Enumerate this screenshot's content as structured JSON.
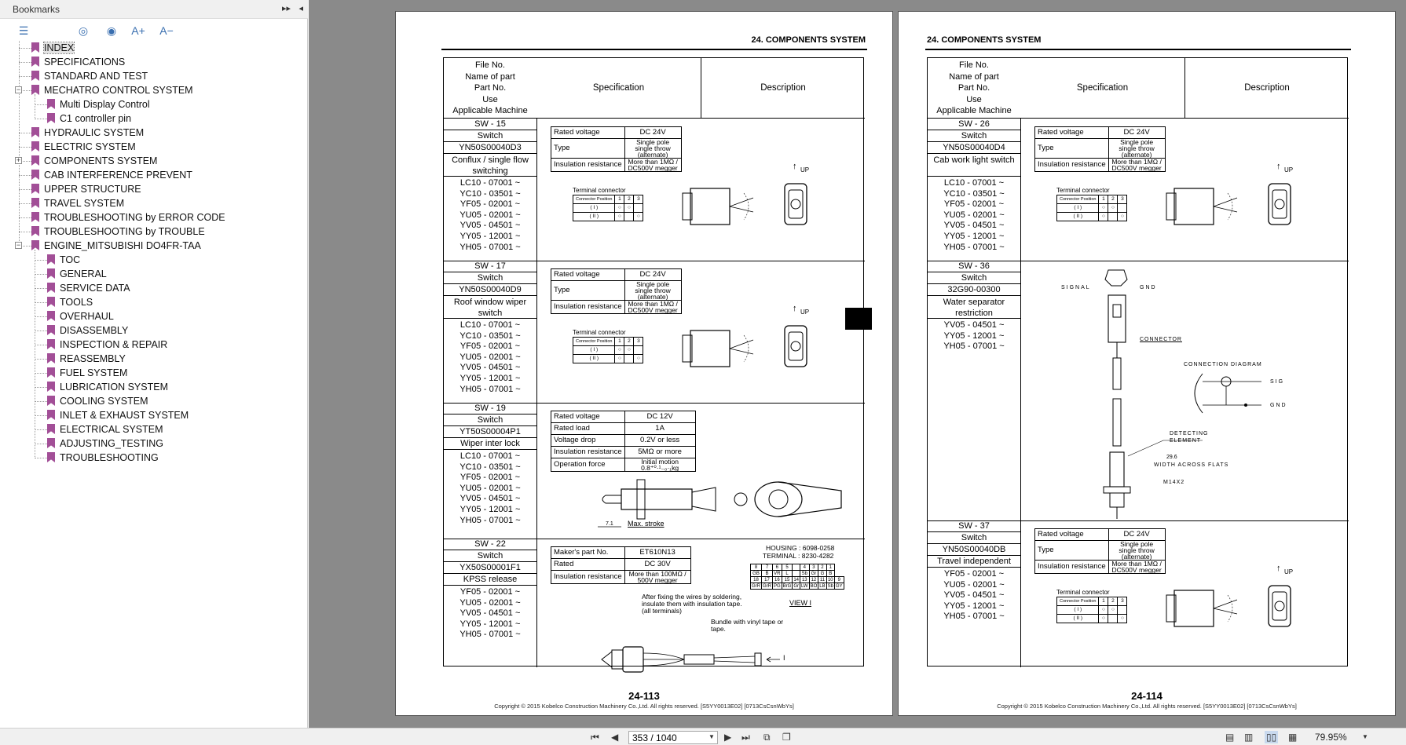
{
  "bookmarks": {
    "title": "Bookmarks",
    "collapse_icon": "double-arrow-icon",
    "close_icon": "triangle-left-icon",
    "items": [
      {
        "label": "INDEX",
        "level": 0,
        "selected": true
      },
      {
        "label": "SPECIFICATIONS",
        "level": 0
      },
      {
        "label": "STANDARD AND TEST",
        "level": 0
      },
      {
        "label": "MECHATRO CONTROL SYSTEM",
        "level": 0,
        "expander": "−"
      },
      {
        "label": "Multi Display Control",
        "level": 1
      },
      {
        "label": "C1 controller pin",
        "level": 1
      },
      {
        "label": "HYDRAULIC SYSTEM",
        "level": 0
      },
      {
        "label": "ELECTRIC SYSTEM",
        "level": 0
      },
      {
        "label": "COMPONENTS SYSTEM",
        "level": 0,
        "expander": "+"
      },
      {
        "label": "CAB INTERFERENCE PREVENT",
        "level": 0
      },
      {
        "label": "UPPER STRUCTURE",
        "level": 0
      },
      {
        "label": "TRAVEL SYSTEM",
        "level": 0
      },
      {
        "label": "TROUBLESHOOTING by ERROR CODE",
        "level": 0
      },
      {
        "label": "TROUBLESHOOTING by TROUBLE",
        "level": 0
      },
      {
        "label": "ENGINE_MITSUBISHI DO4FR-TAA",
        "level": 0,
        "expander": "−"
      },
      {
        "label": "TOC",
        "level": 1
      },
      {
        "label": "GENERAL",
        "level": 1
      },
      {
        "label": "SERVICE DATA",
        "level": 1
      },
      {
        "label": "TOOLS",
        "level": 1
      },
      {
        "label": "OVERHAUL",
        "level": 1
      },
      {
        "label": "DISASSEMBLY",
        "level": 1
      },
      {
        "label": "INSPECTION & REPAIR",
        "level": 1
      },
      {
        "label": "REASSEMBLY",
        "level": 1
      },
      {
        "label": "FUEL SYSTEM",
        "level": 1
      },
      {
        "label": "LUBRICATION SYSTEM",
        "level": 1
      },
      {
        "label": "COOLING SYSTEM",
        "level": 1
      },
      {
        "label": "INLET & EXHAUST SYSTEM",
        "level": 1
      },
      {
        "label": "ELECTRICAL SYSTEM",
        "level": 1
      },
      {
        "label": "ADJUSTING_TESTING",
        "level": 1
      },
      {
        "label": "TROUBLESHOOTING",
        "level": 1
      }
    ],
    "toolbar": {
      "options_icon": "list-options-icon",
      "expand_icon": "bookmark-expand-icon",
      "find_icon": "bookmark-find-icon",
      "text_larger": "A+",
      "text_smaller": "A−"
    }
  },
  "document": {
    "left_page": {
      "section": "24. COMPONENTS SYSTEM",
      "page_number": "24-113",
      "copyright": "Copyright © 2015 Kobelco Construction Machinery Co.,Ltd. All rights reserved. [S5YY0013E02] [0713CsCsnWbYs]",
      "header": {
        "left_lines": [
          "File No.",
          "Name of part",
          "Part No.",
          "Use",
          "Applicable Machine"
        ],
        "spec": "Specification",
        "desc": "Description"
      },
      "entries": [
        {
          "file_no": "SW - 15",
          "name": "Switch",
          "part_no": "YN50S00040D3",
          "use": "Conflux / single flow switching",
          "machines": [
            "LC10 - 07001 ~",
            "YC10 - 03501 ~",
            "YF05 - 02001 ~",
            "YU05 - 02001 ~",
            "YV05 - 04501 ~",
            "YY05 - 12001 ~",
            "YH05 - 07001 ~"
          ],
          "spec": [
            [
              "Rated voltage",
              "DC 24V"
            ],
            [
              "Type",
              "Single pole single throw (alternate)"
            ],
            [
              "Insulation resistance",
              "More than 1MΩ / DC500V megger"
            ]
          ],
          "terminal_label": "Terminal connector",
          "up_label": "UP"
        },
        {
          "file_no": "SW - 17",
          "name": "Switch",
          "part_no": "YN50S00040D9",
          "use": "Roof window wiper switch",
          "machines": [
            "LC10 - 07001 ~",
            "YC10 - 03501 ~",
            "YF05 - 02001 ~",
            "YU05 - 02001 ~",
            "YV05 - 04501 ~",
            "YY05 - 12001 ~",
            "YH05 - 07001 ~"
          ],
          "spec": [
            [
              "Rated voltage",
              "DC 24V"
            ],
            [
              "Type",
              "Single pole single throw (alternate)"
            ],
            [
              "Insulation resistance",
              "More than 1MΩ / DC500V megger"
            ]
          ],
          "terminal_label": "Terminal connector",
          "up_label": "UP"
        },
        {
          "file_no": "SW - 19",
          "name": "Switch",
          "part_no": "YT50S00004P1",
          "use": "Wiper inter lock",
          "machines": [
            "LC10 - 07001 ~",
            "YC10 - 03501 ~",
            "YF05 - 02001 ~",
            "YU05 - 02001 ~",
            "YV05 - 04501 ~",
            "YY05 - 12001 ~",
            "YH05 - 07001 ~"
          ],
          "spec": [
            [
              "Rated voltage",
              "DC 12V"
            ],
            [
              "Rated load",
              "1A"
            ],
            [
              "Voltage drop",
              "0.2V or less"
            ],
            [
              "Insulation resistance",
              "5MΩ or more"
            ],
            [
              "Operation force",
              "Initial motion 0.8⁺⁰·¹₋₀·₁kg"
            ]
          ],
          "stroke_label": "Max. stroke",
          "stroke_value": "7.1"
        },
        {
          "file_no": "SW - 22",
          "name": "Switch",
          "part_no": "YX50S00001F1",
          "use": "KPSS release",
          "machines": [
            "YF05 - 02001 ~",
            "YU05 - 02001 ~",
            "YV05 - 04501 ~",
            "YY05 - 12001 ~",
            "YH05 - 07001 ~"
          ],
          "spec": [
            [
              "Maker's part No.",
              "ET610N13"
            ],
            [
              "Rated",
              "DC  30V"
            ],
            [
              "Insulation resistance",
              "More than 100MΩ / 500V megger"
            ]
          ],
          "housing": "HOUSING : 6098-0258",
          "terminal": "TERMINAL : 8230-4282",
          "view": "VIEW I",
          "note1": "After fixing the wires by soldering, insulate them with insulation tape. (all terminals)",
          "note2": "Bundle with vinyl tape or tape.",
          "pin_row1": [
            "8",
            "7",
            "6",
            "5",
            "",
            "4",
            "3",
            "2",
            "1"
          ],
          "pin_row2": [
            "GB",
            "B",
            "VR",
            "L",
            "",
            "Sb",
            "Gr",
            "G",
            "B"
          ],
          "pin_row3": [
            "18",
            "17",
            "16",
            "15",
            "14",
            "13",
            "12",
            "11",
            "10",
            "9"
          ],
          "pin_row4": [
            "GrR",
            "GrR",
            "PG",
            "BrG",
            "Gr",
            "LW",
            "BO",
            "LB",
            "Sb",
            "GY"
          ],
          "view_marker": "I"
        }
      ]
    },
    "right_page": {
      "section": "24. COMPONENTS SYSTEM",
      "page_number": "24-114",
      "copyright": "Copyright © 2015 Kobelco Construction Machinery Co.,Ltd. All rights reserved. [S5YY0013E02] [0713CsCsnWbYs]",
      "header": {
        "left_lines": [
          "File No.",
          "Name of part",
          "Part No.",
          "Use",
          "Applicable Machine"
        ],
        "spec": "Specification",
        "desc": "Description"
      },
      "entries": [
        {
          "file_no": "SW - 26",
          "name": "Switch",
          "part_no": "YN50S00040D4",
          "use": "Cab work light switch",
          "machines": [
            "LC10 - 07001 ~",
            "YC10 - 03501 ~",
            "YF05 - 02001 ~",
            "YU05 - 02001 ~",
            "YV05 - 04501 ~",
            "YY05 - 12001 ~",
            "YH05 - 07001 ~"
          ],
          "spec": [
            [
              "Rated voltage",
              "DC 24V"
            ],
            [
              "Type",
              "Single pole single throw (alternate)"
            ],
            [
              "Insulation resistance",
              "More than 1MΩ / DC500V megger"
            ]
          ],
          "terminal_label": "Terminal connector",
          "up_label": "UP"
        },
        {
          "file_no": "SW - 36",
          "name": "Switch",
          "part_no": "32G90-00300",
          "use": "Water separator restriction",
          "machines": [
            "YV05 - 04501 ~",
            "YY05 - 12001 ~",
            "YH05 - 07001 ~"
          ],
          "labels": {
            "signal": "SIGNAL",
            "gnd": "GND",
            "connector": "CONNECTOR",
            "diagram": "CONNECTION DIAGRAM",
            "sig": "SIG",
            "gnd2": "GND",
            "detecting": "DETECTING ELEMENT",
            "width": "WIDTH ACROSS FLATS",
            "width_val": "29.6",
            "thread": "M14X2"
          }
        },
        {
          "file_no": "SW - 37",
          "name": "Switch",
          "part_no": "YN50S00040DB",
          "use": "Travel independent",
          "machines": [
            "YF05 - 02001 ~",
            "YU05 - 02001 ~",
            "YV05 - 04501 ~",
            "YY05 - 12001 ~",
            "YH05 - 07001 ~"
          ],
          "spec": [
            [
              "Rated voltage",
              "DC 24V"
            ],
            [
              "Type",
              "Single pole single throw (alternate)"
            ],
            [
              "Insulation resistance",
              "More than 1MΩ / DC500V megger"
            ]
          ],
          "terminal_label": "Terminal connector",
          "up_label": "UP"
        }
      ]
    },
    "connector_table": {
      "header": "Connector",
      "pos": "Position",
      "cols": [
        "1",
        "2",
        "3"
      ],
      "rows": [
        "( I )",
        "( II )"
      ]
    }
  },
  "status": {
    "page_value": "353 / 1040",
    "zoom": "79.95%"
  }
}
